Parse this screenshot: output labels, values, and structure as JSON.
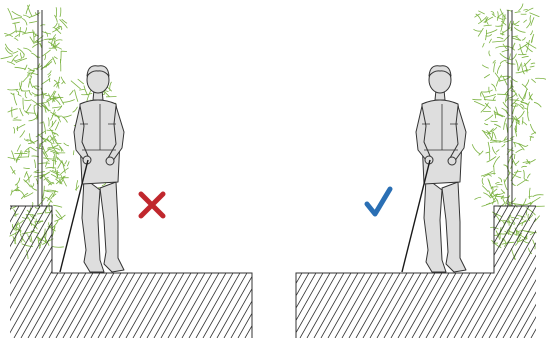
{
  "panels": [
    {
      "id": "incorrect",
      "verdict": "cross-mark-icon",
      "verdict_color": "#c0272d",
      "hedge_side": "left",
      "pedestrian_position": "against-hedge"
    },
    {
      "id": "correct",
      "verdict": "check-mark-icon",
      "verdict_color": "#2a6fb4",
      "hedge_side": "right",
      "pedestrian_position": "clear-of-hedge"
    }
  ],
  "colors": {
    "hedge": "#7cb342",
    "line": "#333333",
    "figure_fill": "#dedede"
  }
}
